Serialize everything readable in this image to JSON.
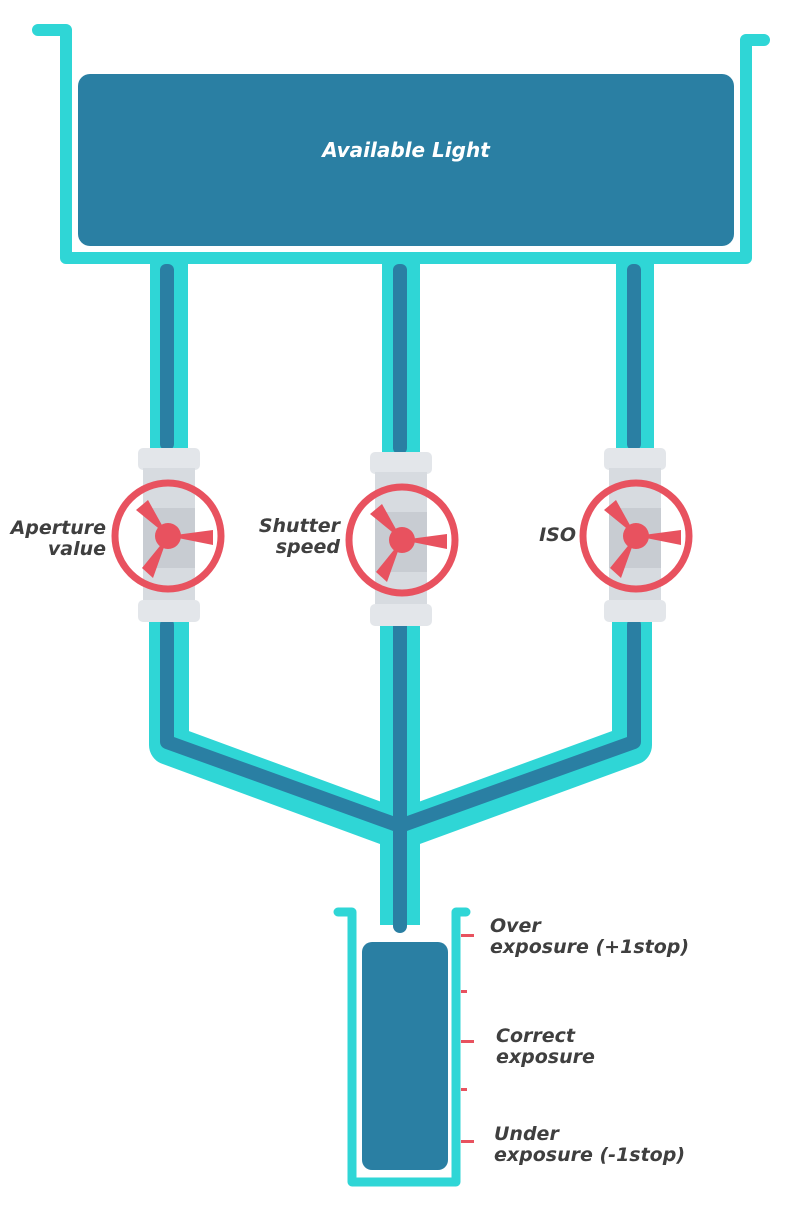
{
  "tank": {
    "label": "Available Light"
  },
  "valves": [
    {
      "label_line1": "Aperture",
      "label_line2": "value"
    },
    {
      "label_line1": "Shutter",
      "label_line2": "speed"
    },
    {
      "label_line1": "ISO",
      "label_line2": ""
    }
  ],
  "gauge": {
    "marks": [
      {
        "line1": "Over",
        "line2": "exposure (+1stop)"
      },
      {
        "line1": "Correct",
        "line2": "exposure"
      },
      {
        "line1": "Under",
        "line2": "exposure (-1stop)"
      }
    ]
  },
  "colors": {
    "pipe_outer": "#2fd6d6",
    "pipe_inner": "#2a7fa3",
    "tank_fill": "#2a7fa3",
    "valve_wheel": "#e8525f",
    "valve_body": "#d7dbe0",
    "label_text": "#3f3f3f"
  }
}
